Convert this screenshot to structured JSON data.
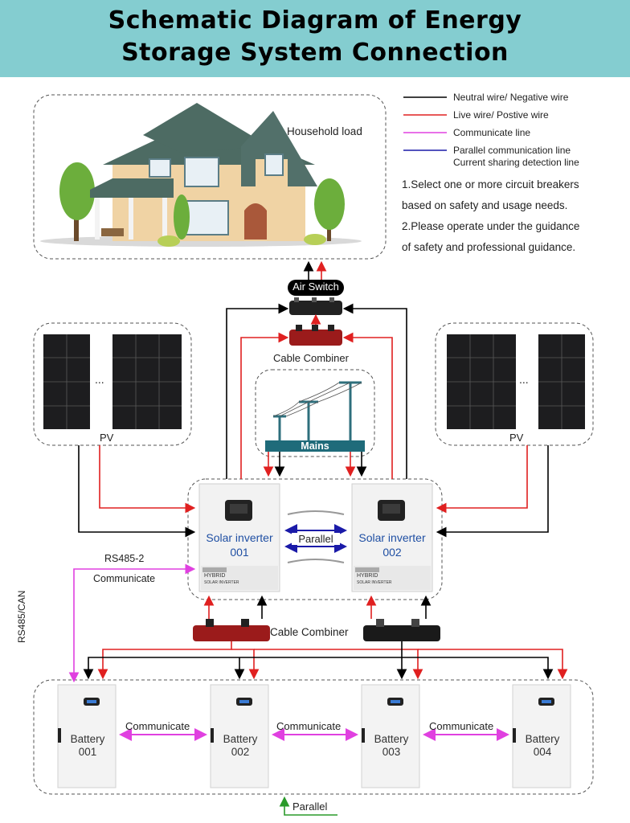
{
  "header": {
    "title_line1": "Schematic Diagram of Energy",
    "title_line2": "Storage System Connection",
    "bg_color": "#84cdd0"
  },
  "legend": [
    {
      "label": "Neutral wire/ Negative wire",
      "color": "#000000"
    },
    {
      "label": "Live wire/ Postive wire",
      "color": "#e02020"
    },
    {
      "label": "Communicate line",
      "color": "#e040e0"
    },
    {
      "label": "Parallel communication line",
      "color": "#1a1aa8"
    },
    {
      "label": "Current sharing detection line",
      "color": ""
    }
  ],
  "notes": {
    "line1": "1.Select one or more circuit breakers",
    "line2": "based on safety and usage needs.",
    "line3": "2.Please operate under the guidance",
    "line4": "of safety and professional guidance."
  },
  "household": {
    "label": "Household load"
  },
  "air_switch": {
    "label": "Air Switch"
  },
  "cable_combiner_top": {
    "label": "Cable Combiner"
  },
  "cable_combiner_bottom": {
    "label": "Cable Combiner"
  },
  "mains": {
    "label": "Mains"
  },
  "pv_left": {
    "label": "PV",
    "ellipsis": "..."
  },
  "pv_right": {
    "label": "PV",
    "ellipsis": "..."
  },
  "inverters": [
    {
      "name": "Solar inverter",
      "id": "001",
      "badge": "HYBRID",
      "sub": "SOLAR INVERTER"
    },
    {
      "name": "Solar inverter",
      "id": "002",
      "badge": "HYBRID",
      "sub": "SOLAR INVERTER"
    }
  ],
  "parallel_mid": {
    "label": "Parallel"
  },
  "rs485_2": {
    "label": "RS485-2"
  },
  "communicate_left": {
    "label": "Communicate"
  },
  "rs485_can": {
    "label": "RS485/CAN"
  },
  "batteries": [
    {
      "name": "Battery",
      "id": "001"
    },
    {
      "name": "Battery",
      "id": "002"
    },
    {
      "name": "Battery",
      "id": "003"
    },
    {
      "name": "Battery",
      "id": "004"
    }
  ],
  "battery_links": [
    {
      "label": "Communicate"
    },
    {
      "label": "Communicate"
    },
    {
      "label": "Communicate"
    }
  ],
  "parallel_bottom": {
    "label": "Parallel"
  },
  "colors": {
    "neutral": "#000000",
    "live": "#e02020",
    "communicate": "#e040e0",
    "parallel": "#1a1aa8",
    "parallel_bottom": "#2a9a2a",
    "inverter_text": "#1f4fa3",
    "mains_bar": "#1f6b7a"
  }
}
